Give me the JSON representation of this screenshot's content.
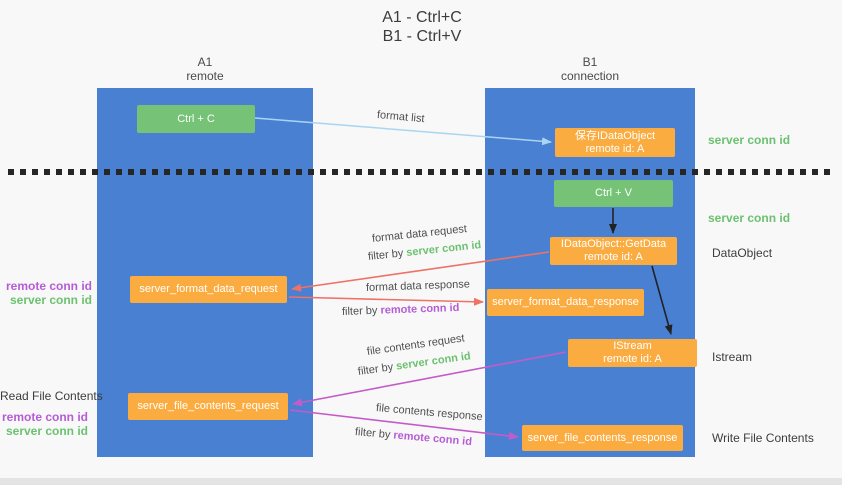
{
  "title": {
    "line1": "A1 - Ctrl+C",
    "line2": "B1 - Ctrl+V"
  },
  "lane_a": {
    "title": "A1",
    "subtitle": "remote"
  },
  "lane_b": {
    "title": "B1",
    "subtitle": "connection"
  },
  "nodes": {
    "ctrl_c": {
      "label": "Ctrl + C"
    },
    "save_idataobject": {
      "line1": "保存IDataObject",
      "line2": "remote id: A"
    },
    "ctrl_v": {
      "label": "Ctrl + V"
    },
    "getdata": {
      "line1": "IDataObject::GetData",
      "line2": "remote id: A"
    },
    "format_request": {
      "label": "server_format_data_request"
    },
    "format_response": {
      "label": "server_format_data_response"
    },
    "istream": {
      "line1": "IStream",
      "line2": "remote id: A"
    },
    "file_request": {
      "label": "server_file_contents_request"
    },
    "file_response": {
      "label": "server_file_contents_response"
    }
  },
  "edges": {
    "format_list": {
      "label": "format list"
    },
    "format_request": {
      "label": "format data request",
      "filter_prefix": "filter by",
      "filter_key": "server conn id"
    },
    "format_response": {
      "label": "format data response",
      "filter_prefix": "filter by",
      "filter_key": "remote conn id"
    },
    "file_request": {
      "label": "file contents request",
      "filter_prefix": "filter by",
      "filter_key": "server conn id"
    },
    "file_response": {
      "label": "file contents response",
      "filter_prefix": "filter by",
      "filter_key": "remote conn id"
    }
  },
  "annotations": {
    "right_server_conn_id_1": "server conn id",
    "right_server_conn_id_2": "server conn id",
    "right_dataobject": "DataObject",
    "right_istream": "Istream",
    "right_write_file": "Write File Contents",
    "left_remote_conn_id_1": "remote conn id",
    "left_server_conn_id_1": "server conn id",
    "left_read_file": "Read File Contents",
    "left_remote_conn_id_2": "remote conn id",
    "left_server_conn_id_2": "server conn id"
  },
  "colors": {
    "lane": "#4a80d2",
    "green_box": "#76c276",
    "orange_box": "#faac41",
    "arrow_blue": "#a9d5f2",
    "arrow_black": "#222222",
    "arrow_salmon": "#ee7265",
    "arrow_magenta": "#c45cc8",
    "text_green": "#6cc171",
    "text_purple": "#b65cd6",
    "text_dark": "#3d3d3d"
  }
}
